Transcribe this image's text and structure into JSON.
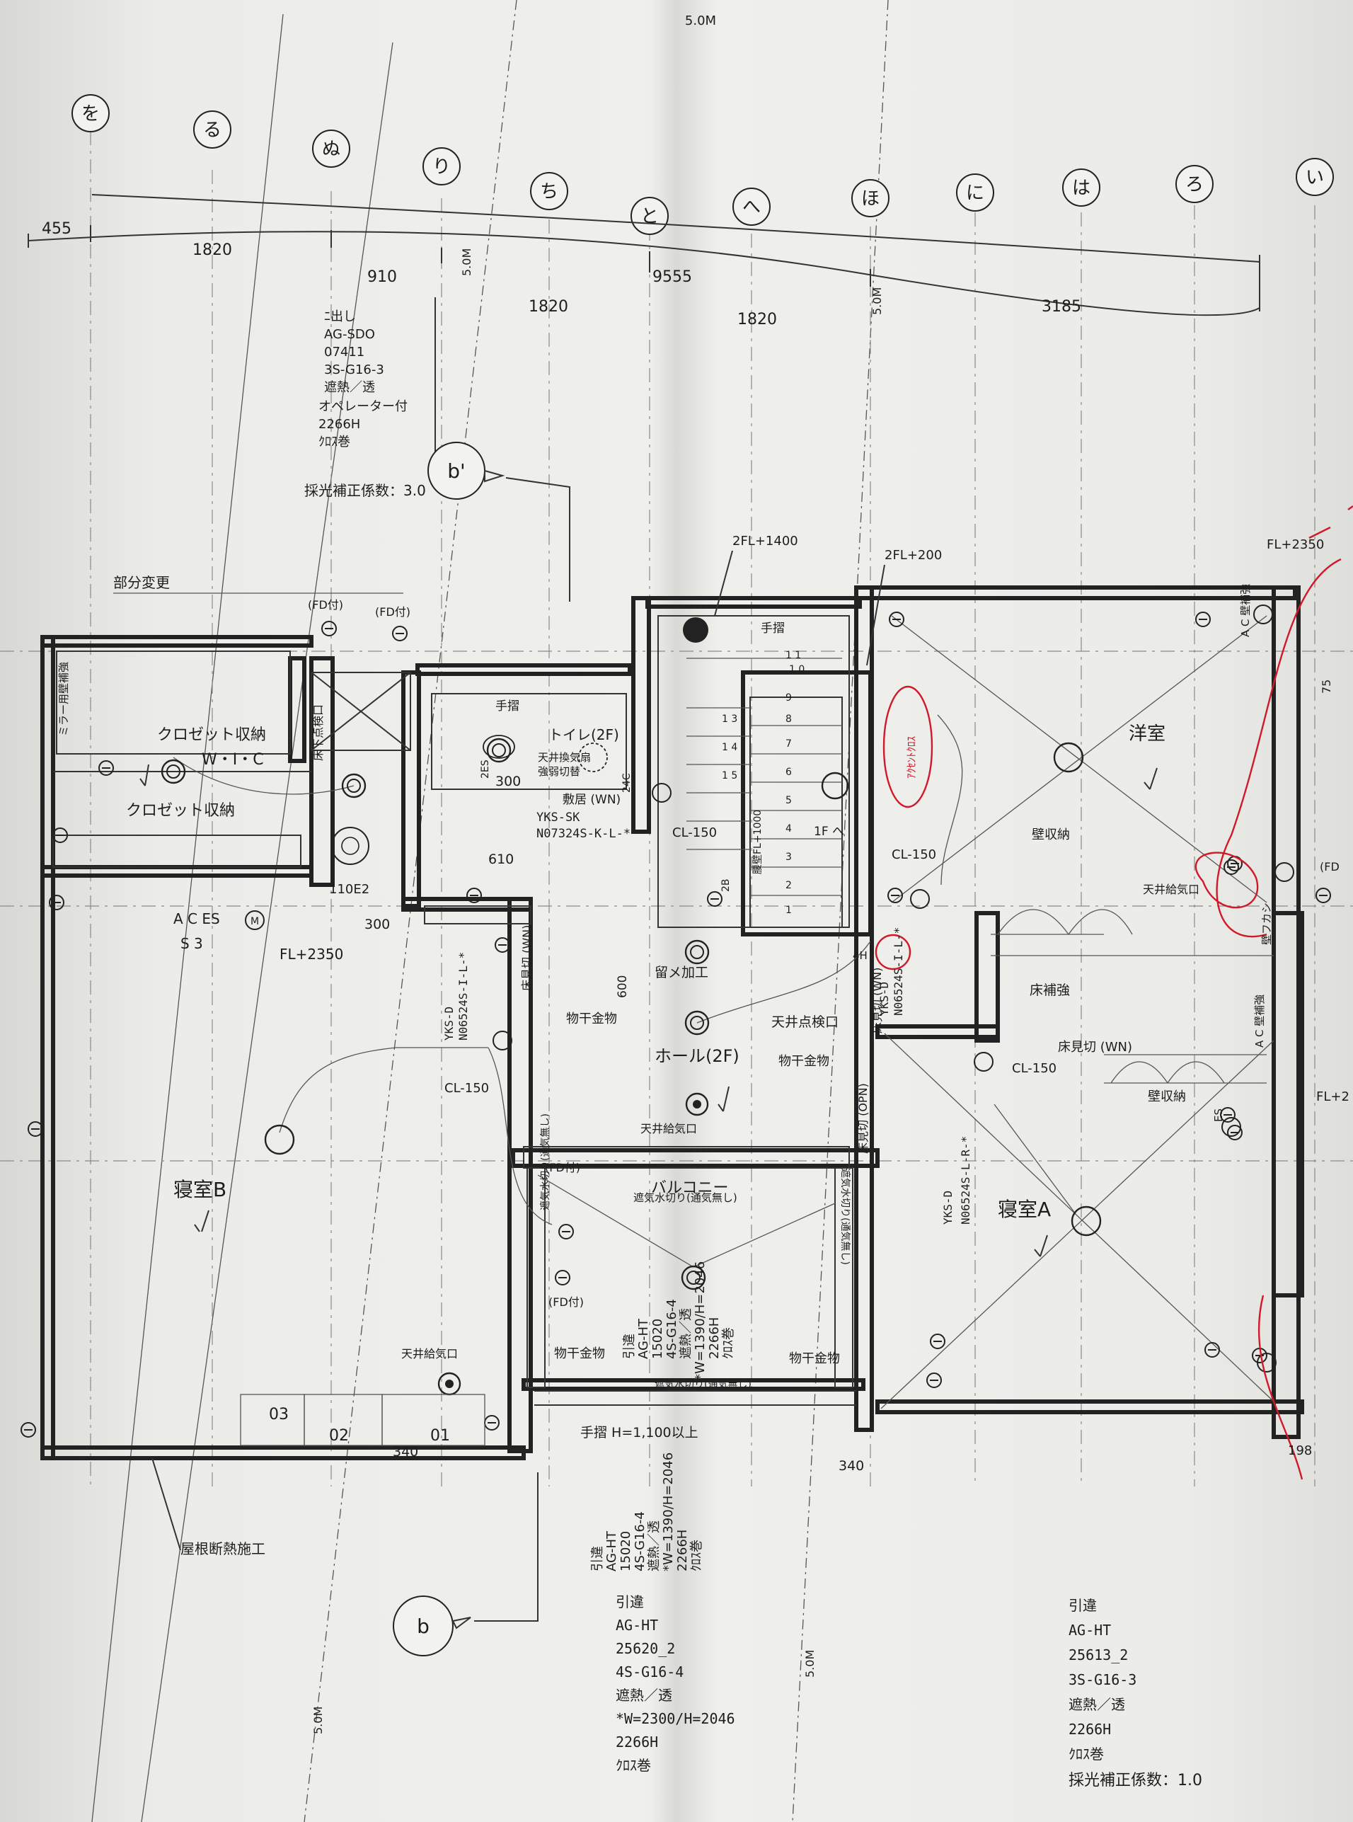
{
  "grid_labels": [
    "を",
    "る",
    "ぬ",
    "り",
    "ち",
    "と",
    "へ",
    "ほ",
    "に",
    "は",
    "ろ",
    "い"
  ],
  "grid_bubbles": [
    "b'",
    "b"
  ],
  "dimensions": {
    "top_row": [
      "455",
      "1820",
      "910",
      "1820",
      "9555",
      "1820",
      "3185"
    ],
    "setback": "5.0M",
    "d340a": "340",
    "d340b": "340",
    "d300a": "300",
    "d300b": "300",
    "d600": "600",
    "d610": "610",
    "d75": "75",
    "d198": "198",
    "d110": "110E2"
  },
  "window_notes": {
    "top_left": [
      "ﾆ出し",
      "AG-SDO",
      "07411",
      "3S-G16-3",
      "遮熱／透",
      "オペレーター付",
      "2266H",
      "ｸﾛｽ巻",
      "採光補正係数：3.0"
    ],
    "bottom_center_vertical": [
      "引違",
      "AG-HT",
      "15020",
      "4S-G16-4",
      "遮熱／透",
      "*W=1390/H=2046",
      "2266H",
      "ｸﾛｽ巻"
    ],
    "bottom_center": [
      "引違",
      "AG-HT",
      "25620_2",
      "4S-G16-4",
      "遮熱／透",
      "*W=2300/H=2046",
      "2266H",
      "ｸﾛｽ巻"
    ],
    "bottom_right": [
      "引違",
      "AG-HT",
      "25613_2",
      "3S-G16-3",
      "遮熱／透",
      "2266H",
      "ｸﾛｽ巻",
      "採光補正係数：1.0"
    ]
  },
  "rooms": {
    "closet1": "クロゼット収納",
    "closet2": "クロゼット収納",
    "wic": "W・I・C",
    "toilet": "トイレ(2F)",
    "hall": "ホール(2F)",
    "bedroom_b": "寝室B",
    "bedroom_a": "寝室A",
    "western": "洋室",
    "balcony": "バルコニー"
  },
  "annotations": {
    "partial_change": "部分変更",
    "fl2350a": "FL+2350",
    "fl2350b": "FL+2350",
    "fl2": "FL+2",
    "fl2_1400": "2FL+1400",
    "fl2_200": "2FL+200",
    "fd1": "(FD付)",
    "fd2": "(FD付)",
    "fd3": "(FD付)",
    "fd4": "(FD付)",
    "fd_side": "(FD",
    "handrail1": "手摺",
    "handrail2": "手摺",
    "handrail_balcony": "手摺 H=1,100以上",
    "handrail_height": "腰壁FL+1000",
    "ceiling_vent_exhaust": "天井換気扇",
    "strong_weak": "強弱切替",
    "threshold": "敷居 (WN)",
    "yks_sk": "YKS-SK",
    "n07324": "N07324S-K-L-*",
    "ac_es": "A C ES",
    "s3": "S 3",
    "m": "M",
    "yks_d1": "YKS-D",
    "n06524_1": "N06524S-I-L-*",
    "yks_d2": "YKS-D",
    "n06524_2": "N06524S-I-L-*",
    "yks_d3": "YKS-D",
    "n06524_3": "N06524S-L-R-*",
    "floor_break1": "床見切 (WN)",
    "floor_break2": "床見切 (WN)",
    "floor_break3": "床見切 (WN)",
    "floor_break4": "床見切 (OPN)",
    "floor_reinforce1": "床補強",
    "floor_reinforce2": "床下点検口",
    "cl150a": "CL-150",
    "cl150b": "CL-150",
    "cl150c": "CL-150",
    "cl150d": "CL-150",
    "drying_hw1": "物干金物",
    "drying_hw2": "物干金物",
    "drying_hw3": "物干金物",
    "drying_hw4": "物干金物",
    "stop_work": "留メ加工",
    "ceiling_inspection": "天井点検口",
    "ceiling_intake1": "天井給気口",
    "ceiling_intake2": "天井給気口",
    "ceiling_intake3": "天井給気口",
    "wall_storage1": "壁収納",
    "wall_storage2": "壁収納",
    "wall_reinforce1": "ミラー用壁補強",
    "ac_wall_reinforce1": "A C 壁補強",
    "ac_wall_reinforce2": "A C 壁補強",
    "wall_fukashi": "壁フカシ",
    "waterproof1": "遮気水切り(通気無し)",
    "waterproof2": "遮気水切り(通気無し)",
    "waterproof3": "遮気水切り(通気無し)",
    "waterproof4": "遮気水切り(通気無し)",
    "roof_insulation": "屋根断熱施工",
    "accent_cross": "ｱｸｾﾝﾄｸﾛｽ",
    "down_1f": "1F へ",
    "label_03": "03",
    "label_02": "02",
    "label_01": "01",
    "label_4h": "4H",
    "label_2b": "2B",
    "label_24c": "24C",
    "label_2es": "2ES",
    "label_es": "ES",
    "stair_numbers": [
      "9",
      "8",
      "7",
      "6",
      "5",
      "4",
      "3",
      "2",
      "1",
      "1 1",
      "1 0",
      "1 3",
      "1 4",
      "1 5"
    ]
  },
  "colors": {
    "ink": "#1d1d1d",
    "paper": "#efefec",
    "red_markup": "#d01a2a"
  }
}
